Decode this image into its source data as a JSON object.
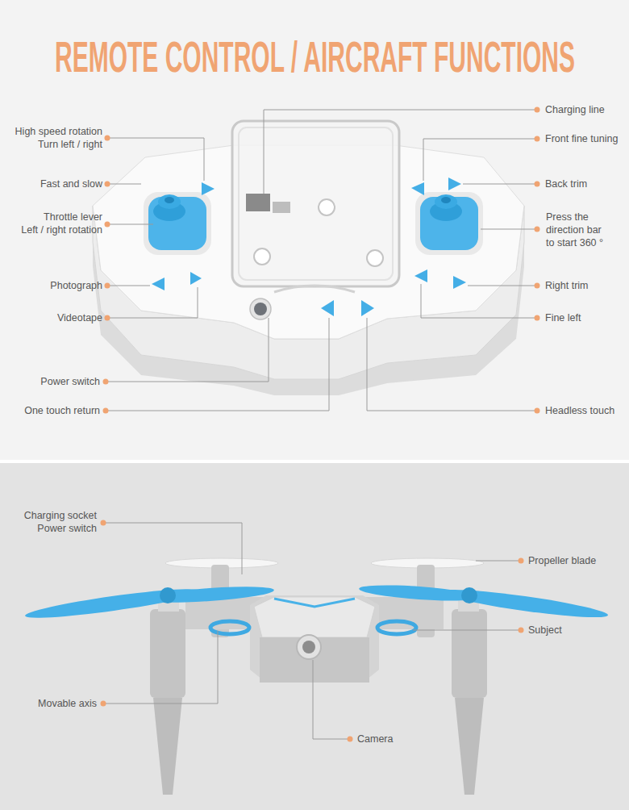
{
  "diagram": {
    "title": "REMOTE CONTROL / AIRCRAFT FUNCTIONS",
    "labels": [
      "Charging line",
      "High speed rotation Turn left / right",
      "Front fine tuning",
      "Fast and slow",
      "Back trim",
      "Throttle lever Left / right rotation",
      "Press the direction bar to start 360 °",
      "Photograph",
      "Right trim",
      "Videotape",
      "Fine left",
      "Power switch",
      "One touch return",
      "Headless touch",
      "Charging socket Power switch",
      "Propeller blade",
      "Subject",
      "Movable axis",
      "Camera"
    ]
  }
}
